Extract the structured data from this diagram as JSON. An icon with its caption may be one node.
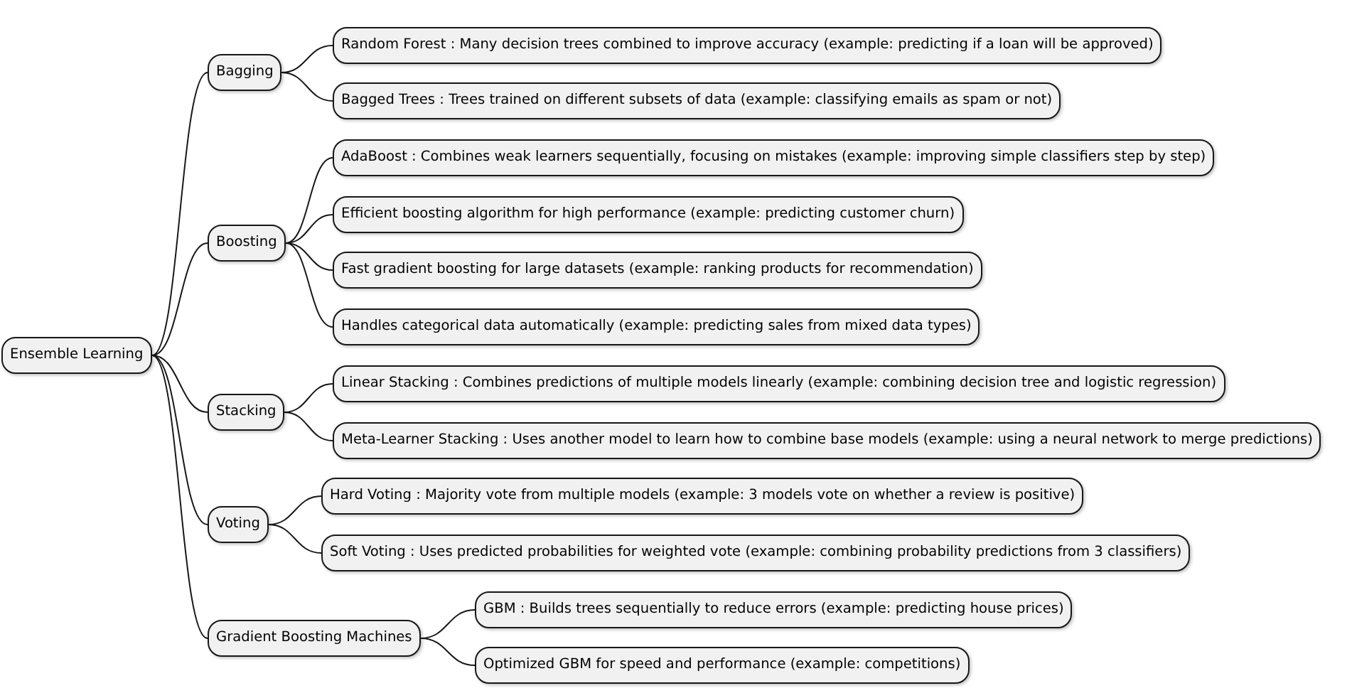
{
  "diagram": {
    "nodes": [
      {
        "text": [
          "Ensemble Learning"
        ]
      },
      {
        "text": [
          "Bagging"
        ]
      },
      {
        "text": [
          "Random Forest : Many decision trees combined to improve accuracy (example: predicting if a loan will be approved)"
        ]
      },
      {
        "text": [
          "Bagged Trees : Trees trained on different subsets of data (example: classifying emails as spam or not)"
        ]
      },
      {
        "text": [
          "Boosting"
        ]
      },
      {
        "text": [
          "AdaBoost : Combines weak learners sequentially, focusing on mistakes (example: improving simple classifiers step by step)"
        ]
      },
      {
        "text": [
          "Efficient boosting algorithm for high performance (example: predicting customer churn)"
        ]
      },
      {
        "text": [
          "Fast gradient boosting for large datasets (example: ranking products for recommendation)"
        ]
      },
      {
        "text": [
          "Handles categorical data automatically (example: predicting sales from mixed data types)"
        ]
      },
      {
        "text": [
          "Stacking"
        ]
      },
      {
        "text": [
          "Linear Stacking : Combines predictions of multiple models linearly (example: combining decision tree and logistic regression)"
        ]
      },
      {
        "text": [
          "Meta-Learner Stacking : Uses another model to learn how to combine base models (example: using a neural network to merge predictions)"
        ]
      },
      {
        "text": [
          "Voting"
        ]
      },
      {
        "text": [
          "Hard Voting : Majority vote from multiple models (example: 3 models vote on whether a review is positive)"
        ]
      },
      {
        "text": [
          "Soft Voting : Uses predicted probabilities for weighted vote (example: combining probability predictions from 3 classifiers)"
        ]
      },
      {
        "text": [
          "Gradient Boosting Machines"
        ]
      },
      {
        "text": [
          "GBM : Builds trees sequentially to reduce errors (example: predicting house prices)"
        ]
      },
      {
        "text": [
          "Optimized GBM for speed and performance (example: competitions)"
        ]
      }
    ],
    "edges": [
      {
        "from": 0,
        "to": 1,
        "arrow": "none"
      },
      {
        "from": 1,
        "to": 2,
        "arrow": "none"
      },
      {
        "from": 1,
        "to": 3,
        "arrow": "none"
      },
      {
        "from": 0,
        "to": 4,
        "arrow": "none"
      },
      {
        "from": 4,
        "to": 5,
        "arrow": "none"
      },
      {
        "from": 4,
        "to": 6,
        "arrow": "none"
      },
      {
        "from": 4,
        "to": 7,
        "arrow": "none"
      },
      {
        "from": 4,
        "to": 8,
        "arrow": "none"
      },
      {
        "from": 0,
        "to": 9,
        "arrow": "none"
      },
      {
        "from": 9,
        "to": 10,
        "arrow": "none"
      },
      {
        "from": 9,
        "to": 11,
        "arrow": "none"
      },
      {
        "from": 0,
        "to": 12,
        "arrow": "none"
      },
      {
        "from": 12,
        "to": 13,
        "arrow": "none"
      },
      {
        "from": 12,
        "to": 14,
        "arrow": "none"
      },
      {
        "from": 0,
        "to": 15,
        "arrow": "none"
      },
      {
        "from": 15,
        "to": 16,
        "arrow": "none"
      },
      {
        "from": 15,
        "to": 17,
        "arrow": "none"
      }
    ]
  }
}
